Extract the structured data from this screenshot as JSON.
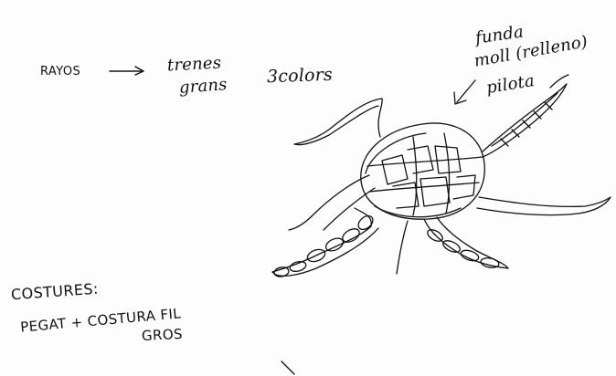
{
  "notes": {
    "rayos": {
      "label": "RAYOS",
      "text_line1": "trenes",
      "text_line2": "grans",
      "colors": "3colors"
    },
    "annotation": {
      "line1": "funda",
      "line2": "moll (relleno)",
      "line3": "pilota"
    },
    "costures": {
      "title": "COSTURES:",
      "line1": "PEGAT + COSTURA FIL",
      "line2": "GROS"
    }
  },
  "ink_color": "#111111"
}
